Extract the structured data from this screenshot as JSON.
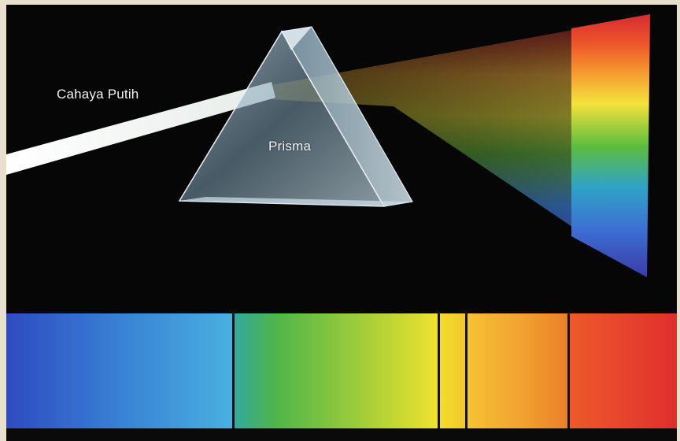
{
  "labels": {
    "white_light": "Cahaya Putih",
    "prism": "Prisma"
  },
  "colors": {
    "background": "#050505",
    "frame": "#e9e0cb",
    "white_beam": "#f4f4ee",
    "prism_glass": "#a9c6d6",
    "spectrum": [
      "#c2303a",
      "#e8432c",
      "#f6a531",
      "#f4e23c",
      "#5bb83a",
      "#3f8fd9",
      "#3b3aa8"
    ]
  },
  "spectrum_bands": [
    {
      "name": "blue",
      "from": "#2f4fc4",
      "to": "#4aa5dc"
    },
    {
      "name": "green",
      "from": "#34a89a",
      "to": "#f0e02e"
    },
    {
      "name": "yellow",
      "from": "#f3d42a",
      "to": "#f2c62b"
    },
    {
      "name": "orange",
      "from": "#f3b730",
      "to": "#ee8a2a"
    },
    {
      "name": "red",
      "from": "#ea4b2c",
      "to": "#e1352c"
    }
  ]
}
